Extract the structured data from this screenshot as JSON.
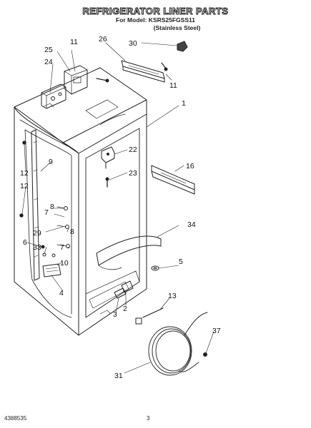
{
  "header": {
    "title": "REFRIGERATOR LINER PARTS",
    "model_line": "For Model: KSRS25FGSS11",
    "finish_line": "(Stainless Steel)"
  },
  "callouts": {
    "c1": "1",
    "c2": "2",
    "c3": "3",
    "c4": "4",
    "c5": "5",
    "c6": "6",
    "c7a": "7",
    "c7b": "7",
    "c8a": "8",
    "c8b": "8",
    "c9": "9",
    "c10": "10",
    "c11a": "11",
    "c11b": "11",
    "c12a": "12",
    "c12b": "12",
    "c13": "13",
    "c16": "16",
    "c22": "22",
    "c23": "23",
    "c24": "24",
    "c25": "25",
    "c26": "26",
    "c29": "29",
    "c30": "30",
    "c31": "31",
    "c33": "33",
    "c34": "34",
    "c37": "37"
  },
  "footer": {
    "doc_number": "4388535",
    "page_number": "3"
  }
}
